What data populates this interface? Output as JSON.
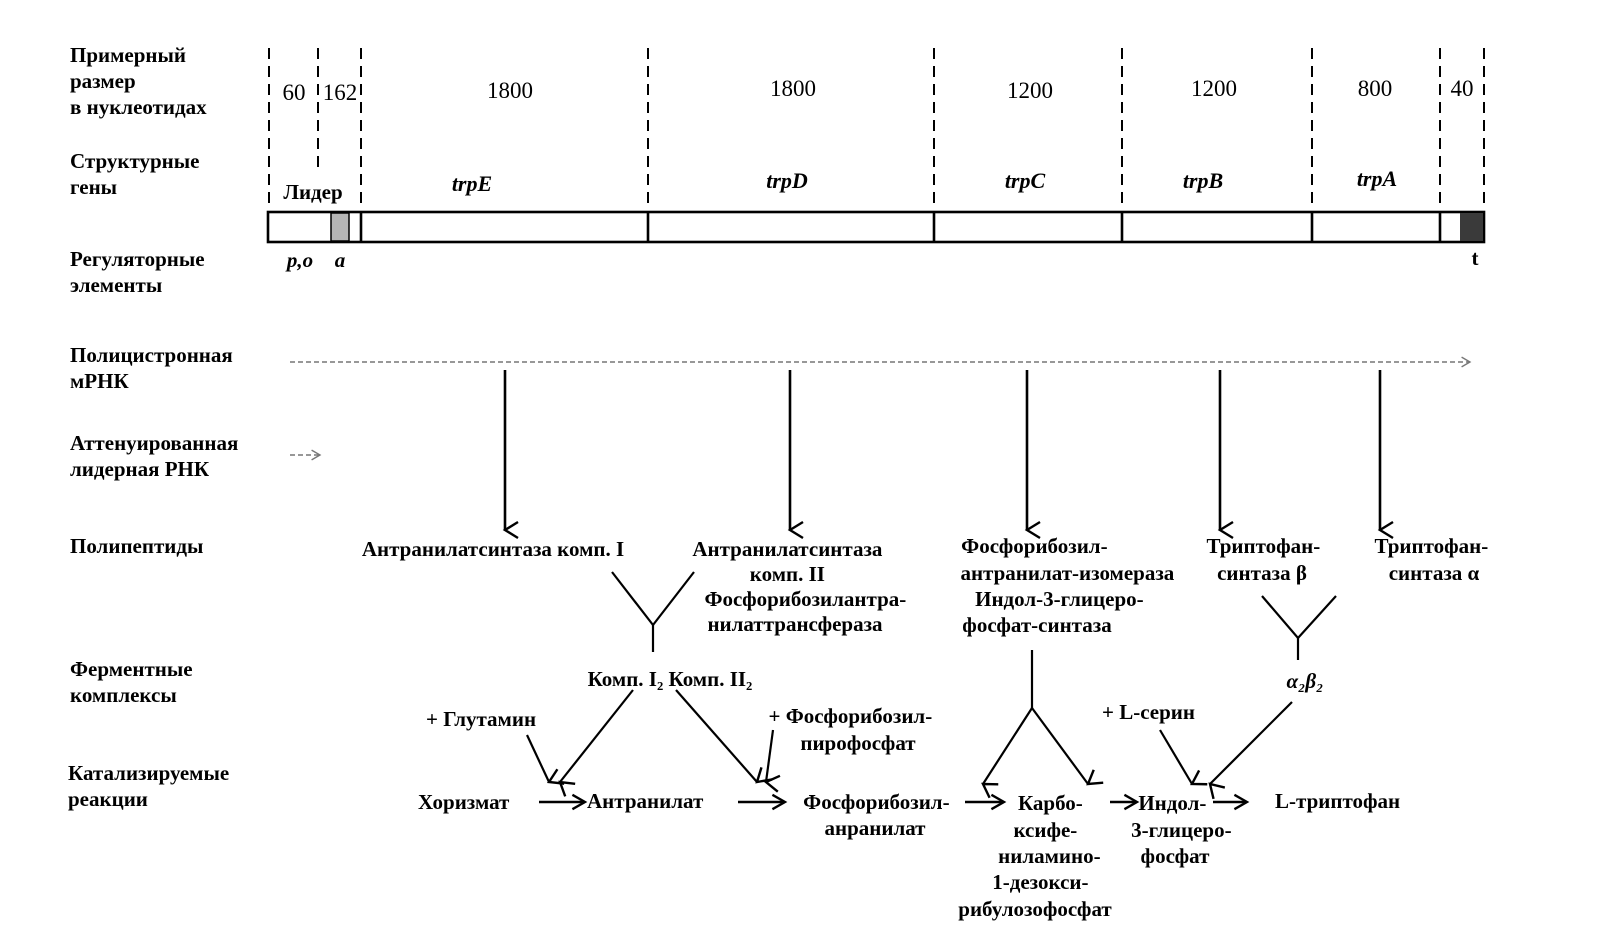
{
  "labels": {
    "size": [
      "Примерный",
      "размер",
      "в нуклеотидах"
    ],
    "structural": [
      "Структурные",
      "гены"
    ],
    "regulatory": [
      "Регуляторные",
      "элементы"
    ],
    "mrna": [
      "Полицистронная",
      "мРНК"
    ],
    "attenuated": [
      "Аттенуированная",
      "лидерная РНК"
    ],
    "polypeptides": [
      "Полипептиды"
    ],
    "complexes": [
      "Ферментные",
      "комплексы"
    ],
    "reactions": [
      "Катализируемые",
      "реакции"
    ]
  },
  "sizes": [
    "60",
    "162",
    "1800",
    "1800",
    "1200",
    "1200",
    "800",
    "40"
  ],
  "genes": {
    "leader": "Лидер",
    "trpE": "trpE",
    "trpD": "trpD",
    "trpC": "trpC",
    "trpB": "trpB",
    "trpA": "trpA"
  },
  "regulatory": {
    "po": "p,o",
    "a": "a",
    "t": "t"
  },
  "polypeptides": {
    "e": [
      "Антранилатсинтаза комп. I"
    ],
    "d": [
      "Антранилатсинтаза",
      "комп. II",
      "Фосфорибозилантра-",
      "нилаттрансфераза"
    ],
    "c": [
      "Фосфорибозил-",
      "антранилат-изомераза",
      "Индол-3-глицеро-",
      "фосфат-синтаза"
    ],
    "b": [
      "Триптофан-",
      "синтаза β"
    ],
    "a": [
      "Триптофан-",
      "синтаза α"
    ]
  },
  "complexes": {
    "comp": "Комп. I₂ Комп. II₂",
    "ab": "α₂β₂"
  },
  "cofactors": {
    "glutamine": "+ Глутамин",
    "prpp": [
      "+ Фосфорибозил-",
      "пирофосфат"
    ],
    "serine": "+ L-серин"
  },
  "reactions": {
    "chorismate": "Хоризмат",
    "anthranilate": "Антранилат",
    "pra": [
      "Фосфорибозил-",
      "анранилат"
    ],
    "cdrp": [
      "Карбо-",
      "ксифе-",
      "ниламино-",
      "1-дезокси-",
      "рибулозофосфат"
    ],
    "igp": [
      "Индол-",
      "3-глицеро-",
      "фосфат"
    ],
    "trp": "L-триптофан"
  }
}
